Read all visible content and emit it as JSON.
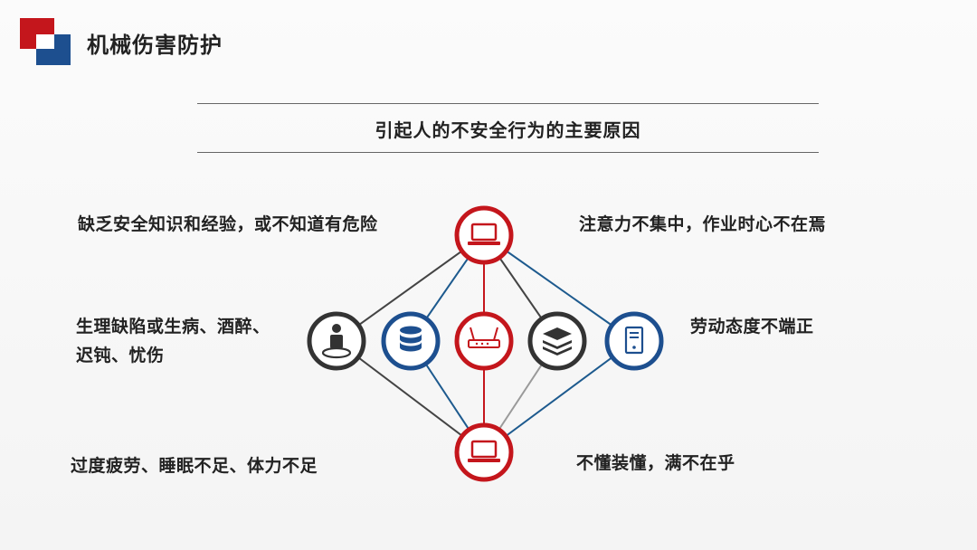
{
  "header": {
    "title": "机械伤害防护"
  },
  "diagram": {
    "heading": "引起人的不安全行为的主要原因",
    "causes": {
      "top_left": "缺乏安全知识和经验，或不知道有危险",
      "top_right": "注意力不集中，作业时心不在焉",
      "middle_left_line1": "生理缺陷或生病、酒醉、",
      "middle_left_line2": "迟钝、忧伤",
      "middle_right": "劳动态度不端正",
      "bottom_left": "过度疲劳、睡眠不足、体力不足",
      "bottom_right": "不懂装懂，满不在乎"
    },
    "nodes": [
      {
        "id": "top",
        "icon": "laptop-icon",
        "ring": "red"
      },
      {
        "id": "mid-1",
        "icon": "user-icon",
        "ring": "dark"
      },
      {
        "id": "mid-2",
        "icon": "database-icon",
        "ring": "blue"
      },
      {
        "id": "mid-3",
        "icon": "router-icon",
        "ring": "red"
      },
      {
        "id": "mid-4",
        "icon": "layers-icon",
        "ring": "dark"
      },
      {
        "id": "mid-5",
        "icon": "server-icon",
        "ring": "blue"
      },
      {
        "id": "bottom",
        "icon": "laptop-icon",
        "ring": "red"
      }
    ],
    "colors": {
      "red": "#c4161c",
      "blue": "#1d4f8f",
      "dark": "#333333",
      "line_blue": "#1d5a8e",
      "line_dark": "#444444",
      "line_red": "#c4161c",
      "line_gray": "#9a9a9a"
    }
  }
}
